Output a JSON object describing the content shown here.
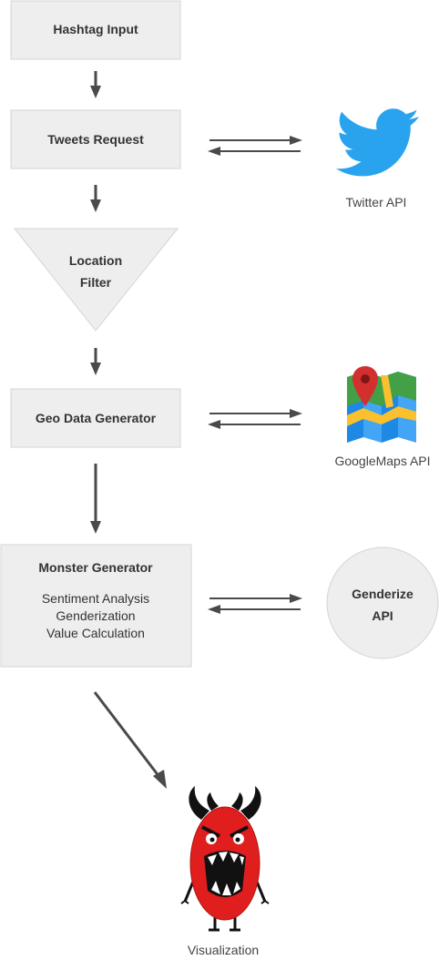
{
  "nodes": {
    "hashtag_input": "Hashtag Input",
    "tweets_request": "Tweets Request",
    "location_filter": {
      "line1": "Location",
      "line2": "Filter"
    },
    "geo_data_generator": "Geo Data Generator",
    "monster_generator": {
      "title": "Monster Generator",
      "line1": "Sentiment Analysis",
      "line2": "Genderization",
      "line3": "Value Calculation"
    }
  },
  "services": {
    "twitter": {
      "caption": "Twitter API",
      "icon": "twitter-bird-icon",
      "color": "#2aa3ef"
    },
    "googlemaps": {
      "caption": "GoogleMaps API",
      "icon": "google-maps-icon"
    },
    "genderize": {
      "line1": "Genderize",
      "line2": "API"
    }
  },
  "output": {
    "caption": "Visualization",
    "icon": "monster-icon",
    "color": "#e01e1e"
  },
  "colors": {
    "box_fill": "#eeeeee",
    "box_stroke": "#d4d4d4",
    "arrow": "#4a4a4a"
  }
}
